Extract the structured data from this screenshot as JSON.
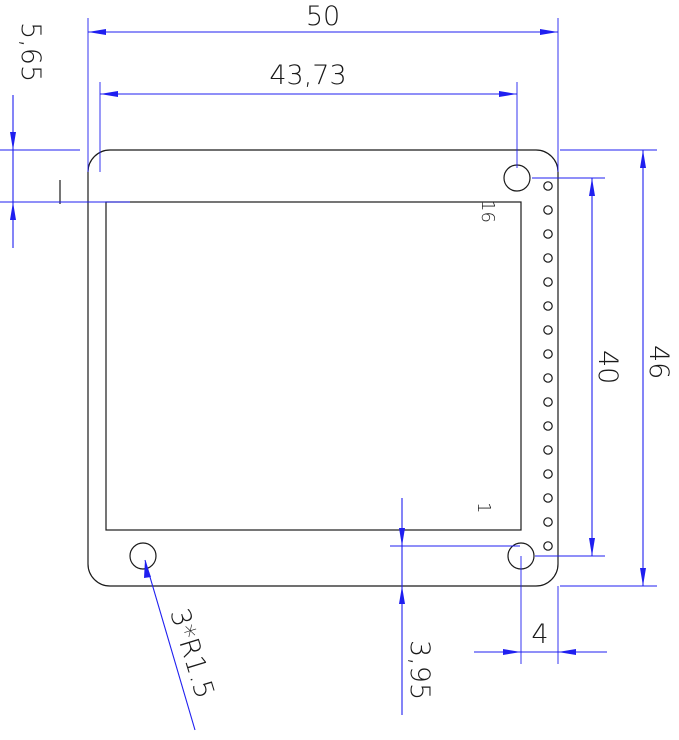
{
  "dimensions": {
    "overall_width": "50",
    "display_width": "43,73",
    "top_offset": "5,65",
    "hole_spacing_vertical": "40",
    "overall_height": "46",
    "bottom_offset": "3,95",
    "edge_offset": "4",
    "hole_callout": "3*R1.5"
  },
  "pins": {
    "first": "1",
    "last": "16"
  }
}
